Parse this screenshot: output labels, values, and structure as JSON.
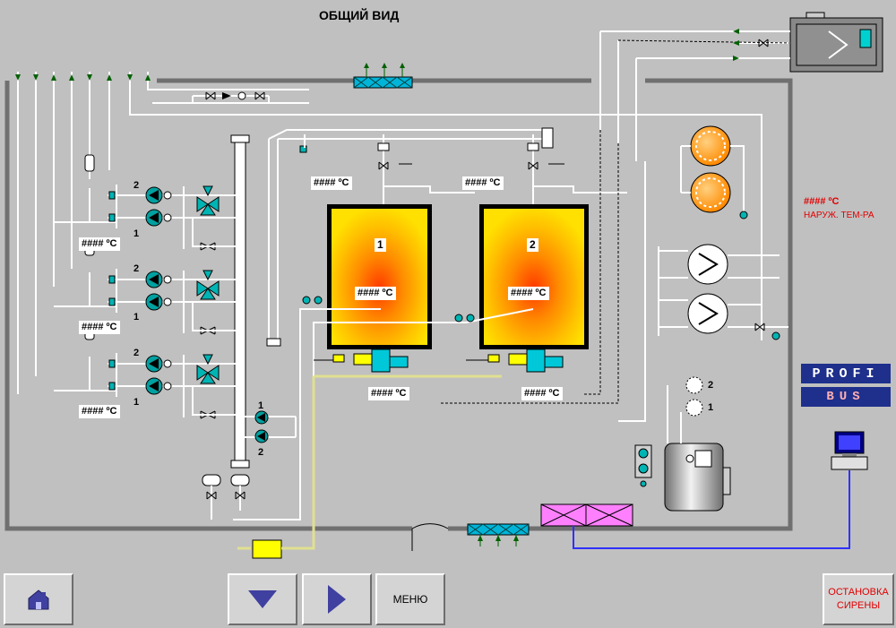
{
  "screen": {
    "title": "ОБЩИЙ ВИД"
  },
  "outside_temp": {
    "value": "#### ºC",
    "label": "НАРУЖ. ТЕМ-РА"
  },
  "boilers": [
    {
      "number": "1",
      "temp": "#### ºC",
      "outlet_temp": "#### ºC",
      "burner_temp": "#### ºC"
    },
    {
      "number": "2",
      "temp": "#### ºC",
      "outlet_temp": "#### ºC",
      "burner_temp": "#### ºC"
    }
  ],
  "circuits": [
    {
      "temp": "#### ºC",
      "pump_labels": [
        "2",
        "1"
      ]
    },
    {
      "temp": "#### ºC",
      "pump_labels": [
        "2",
        "1"
      ]
    },
    {
      "temp": "#### ºC",
      "pump_labels": [
        "2",
        "1"
      ]
    }
  ],
  "network_pumps": {
    "labels": [
      "1",
      "2"
    ]
  },
  "dhw_pumps": {
    "labels": [
      "2",
      "1"
    ]
  },
  "logo": {
    "top": "PROFI",
    "bottom": "BUS"
  },
  "toolbar": {
    "home_icon": "home-icon",
    "down_icon": "triangle-down-icon",
    "right_icon": "triangle-right-icon",
    "menu_label": "МЕНЮ",
    "siren_line1": "ОСТАНОВКА",
    "siren_line2": "СИРЕНЫ"
  },
  "colors": {
    "background": "#c0c0c0",
    "pipe": "#ffffff",
    "valve": "#00b4b4",
    "fan": "#ff80ff",
    "alarm_text": "#e00000",
    "burner": "#00c8d8",
    "flame": "#ff6a00"
  }
}
